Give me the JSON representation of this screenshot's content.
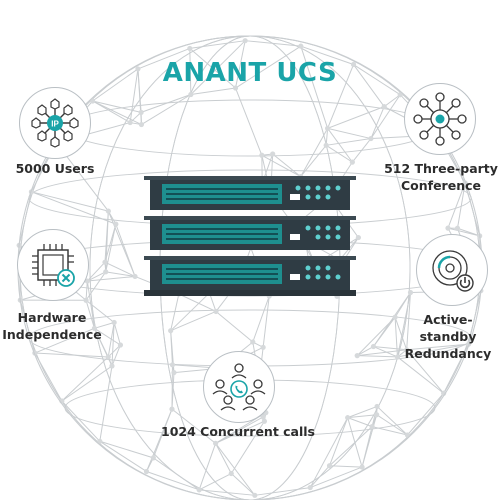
{
  "title": "ANANT UCS",
  "colors": {
    "accent": "#1aa4a8",
    "server_dark": "#2f3c44",
    "server_panel": "#1e8f8f",
    "globe_line": "#c9cdd0"
  },
  "features": [
    {
      "id": "users",
      "icon": "network-ip-icon",
      "lines": [
        "5000 Users"
      ]
    },
    {
      "id": "conference",
      "icon": "conference-hub-icon",
      "lines": [
        "512 Three-party",
        "Conference"
      ]
    },
    {
      "id": "hardware",
      "icon": "chip-icon",
      "lines": [
        "Hardware",
        "Independence"
      ]
    },
    {
      "id": "redundancy",
      "icon": "disk-power-icon",
      "lines": [
        "Active-standby",
        "Redundancy"
      ]
    },
    {
      "id": "calls",
      "icon": "phone-group-icon",
      "lines": [
        "1024 Concurrent calls"
      ]
    }
  ]
}
